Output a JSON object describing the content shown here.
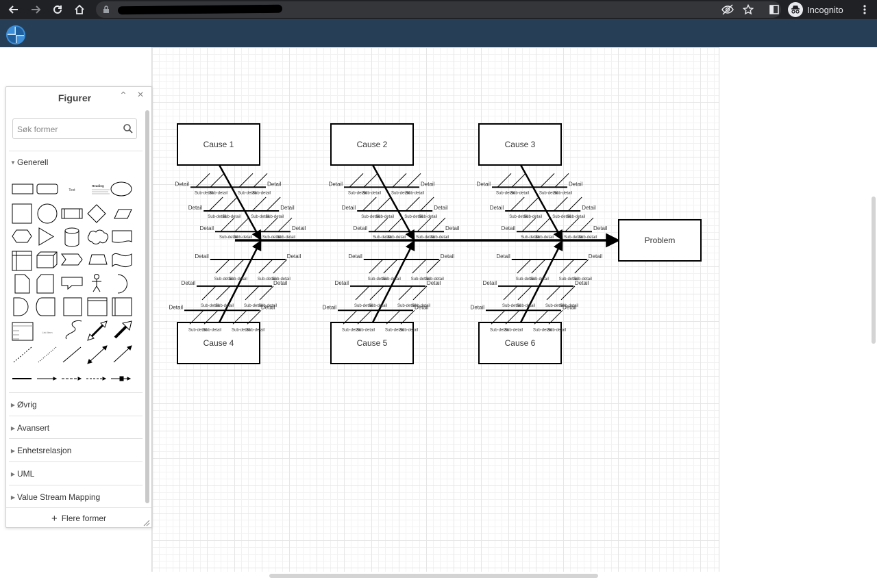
{
  "browser": {
    "incognito_label": "Incognito"
  },
  "panel": {
    "title": "Figurer",
    "search_placeholder": "Søk former",
    "sections": {
      "generell": "Generell",
      "ovrig": "Øvrig",
      "avansert": "Avansert",
      "enhetsrelasjon": "Enhetsrelasjon",
      "uml": "UML",
      "value_stream_mapping": "Value Stream Mapping"
    },
    "more_shapes": "Flere former",
    "shape_text_label": "Text",
    "shape_heading_label": "Heading",
    "shape_list_item_label": "List Item"
  },
  "diagram": {
    "problem": "Problem",
    "causes": [
      "Cause 1",
      "Cause 2",
      "Cause 3",
      "Cause 4",
      "Cause 5",
      "Cause 6"
    ],
    "detail_label": "Detail",
    "subdetail_label": "Sub-detail"
  },
  "colors": {
    "header": "#263f57",
    "browser_bar": "#202124"
  }
}
